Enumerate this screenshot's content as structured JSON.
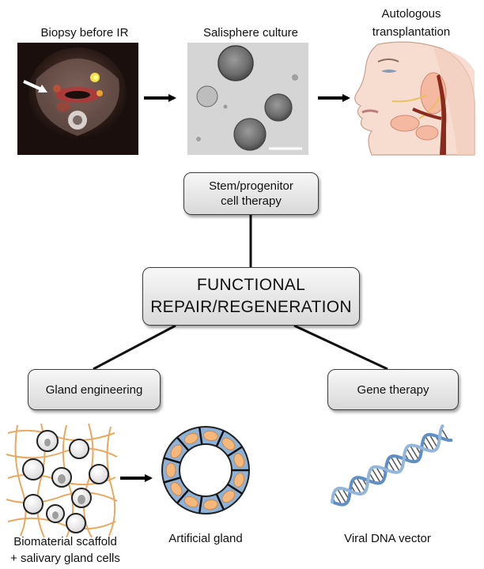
{
  "top_row": {
    "biopsy_caption": "Biopsy before IR",
    "salisphere_caption": "Salisphere culture",
    "transplant_caption_line1": "Autologous",
    "transplant_caption_line2": "transplantation"
  },
  "nodes": {
    "stem_line1": "Stem/progenitor",
    "stem_line2": "cell therapy",
    "center_line1": "FUNCTIONAL",
    "center_line2": "REPAIR/REGENERATION",
    "gland_engineering": "Gland engineering",
    "gene_therapy": "Gene therapy"
  },
  "bottom_row": {
    "scaffold_caption_line1": "Biomaterial scaffold",
    "scaffold_caption_line2": "+ salivary gland cells",
    "artificial_caption": "Artificial gland",
    "viral_caption": "Viral DNA vector"
  },
  "colors": {
    "ct_background": "#1a0f0c",
    "highlight_red": "#d0302a",
    "highlight_yellow": "#f2e04a",
    "scaffold_fiber": "#e8a860",
    "cell_orange": "#f5b87a",
    "ring_blue": "#8fb2d8",
    "dna_blue": "#5f8fc4",
    "face_skin": "#f7ddd0",
    "artery_red": "#8a2a1e"
  }
}
